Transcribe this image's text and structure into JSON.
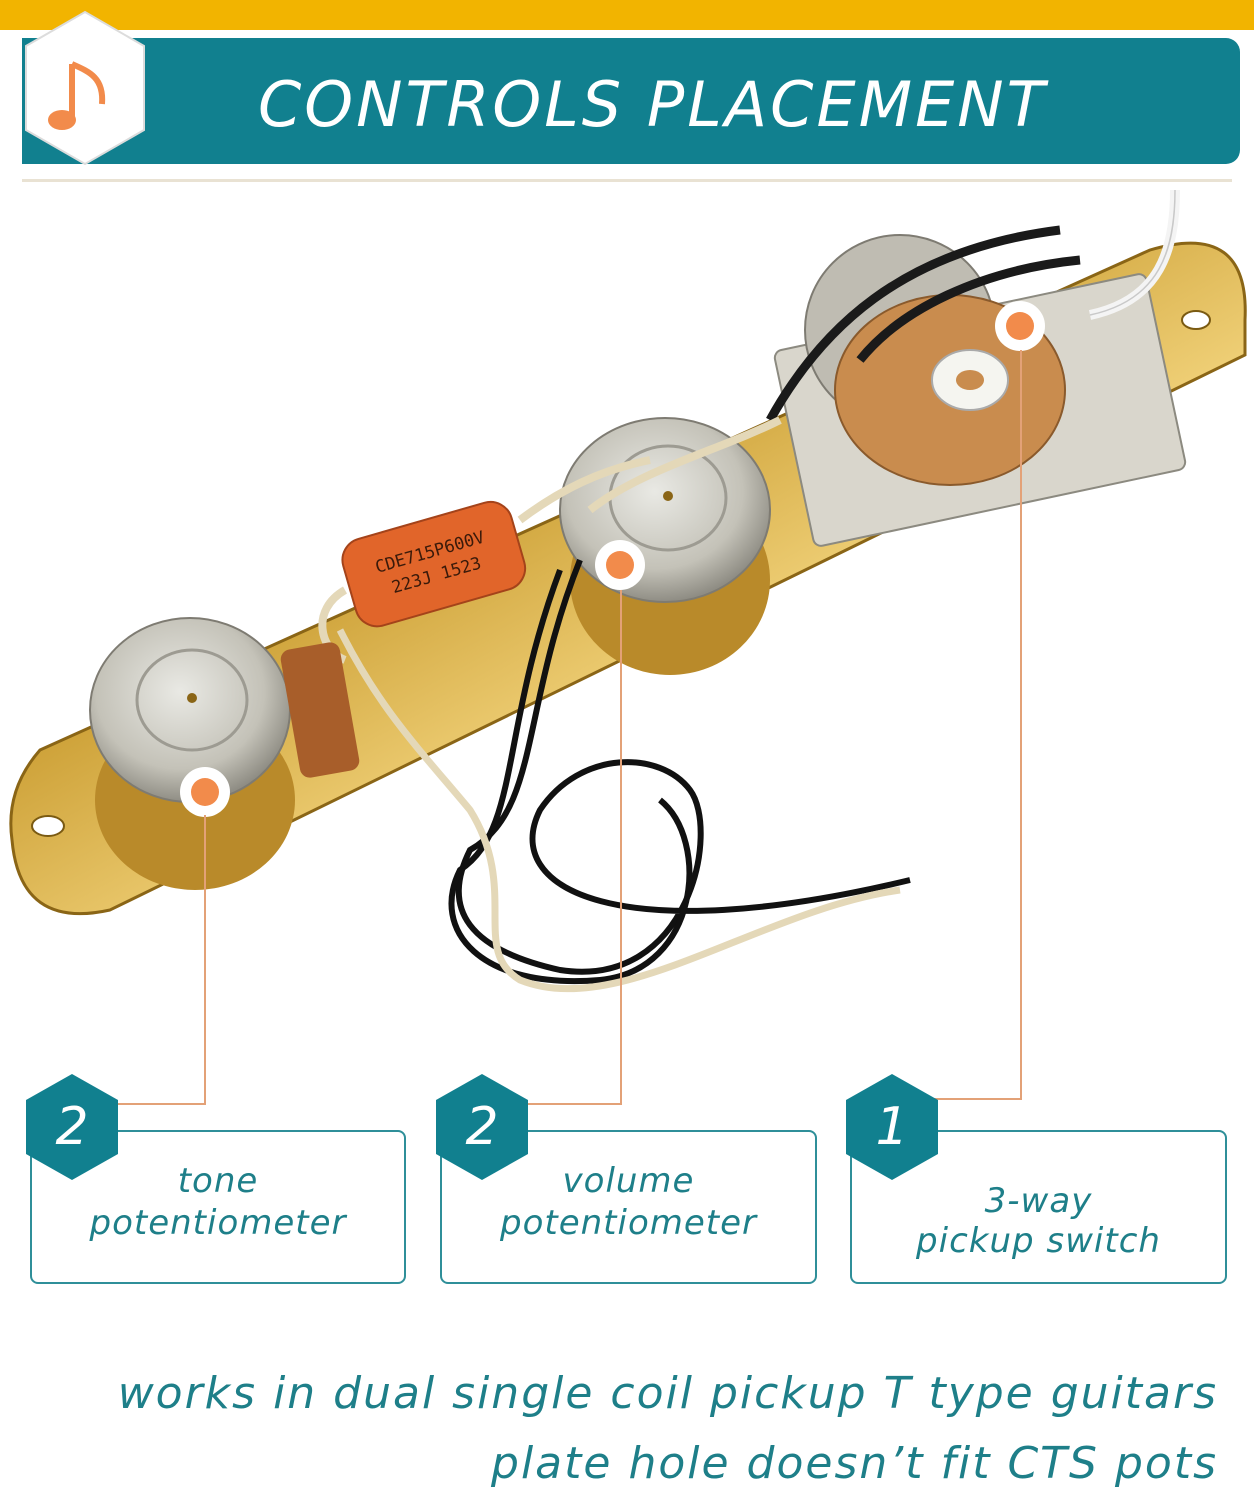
{
  "header": {
    "title": "CONTROLS PLACEMENT",
    "logo_icon": "music-note-icon"
  },
  "capacitor": {
    "line1": "CDE715P600V",
    "line2": "223J 1523"
  },
  "callouts": [
    {
      "count": "2",
      "line1": "tone",
      "line2": "potentiometer"
    },
    {
      "count": "2",
      "line1": "volume",
      "line2": "potentiometer"
    },
    {
      "count": "1",
      "line1": "3-way",
      "line2": "pickup switch"
    }
  ],
  "footer": {
    "line1": "works in dual single coil pickup T type guitars",
    "line2": "plate hole doesn’t fit CTS pots"
  },
  "colors": {
    "banner": "#11808f",
    "stripe": "#f2b400",
    "accent": "#f28b4b",
    "text": "#1e7f89"
  }
}
